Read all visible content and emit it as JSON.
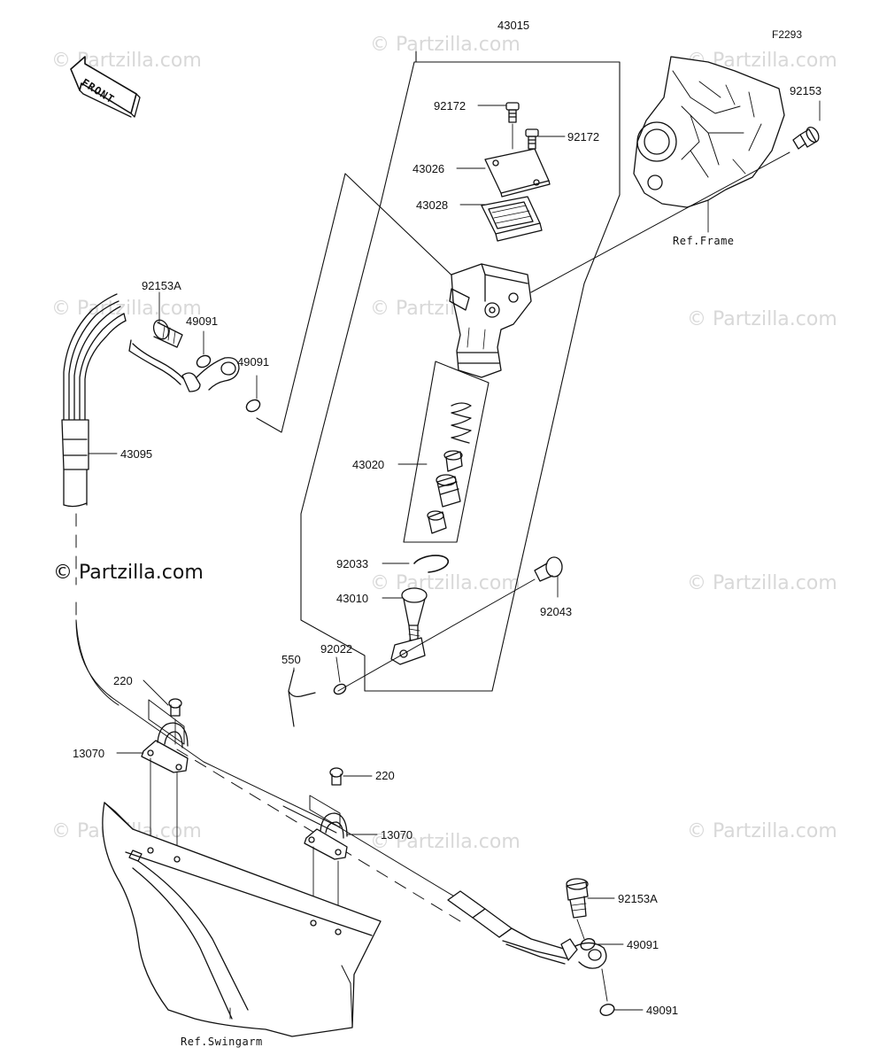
{
  "diagram_code": "F2293",
  "front_label": "FRONT",
  "watermark_faint": "© Partzilla.com",
  "watermark_main": "© Partzilla.com",
  "refs": {
    "frame": "Ref.Frame",
    "swingarm": "Ref.Swingarm"
  },
  "parts": [
    {
      "id": "p43015",
      "number": "43015"
    },
    {
      "id": "p92172a",
      "number": "92172"
    },
    {
      "id": "p92172b",
      "number": "92172"
    },
    {
      "id": "p43026",
      "number": "43026"
    },
    {
      "id": "p43028",
      "number": "43028"
    },
    {
      "id": "p92153",
      "number": "92153"
    },
    {
      "id": "p92153a_top",
      "number": "92153A"
    },
    {
      "id": "p49091_a",
      "number": "49091"
    },
    {
      "id": "p49091_b",
      "number": "49091"
    },
    {
      "id": "p43095",
      "number": "43095"
    },
    {
      "id": "p43020",
      "number": "43020"
    },
    {
      "id": "p92033",
      "number": "92033"
    },
    {
      "id": "p43010",
      "number": "43010"
    },
    {
      "id": "p92043",
      "number": "92043"
    },
    {
      "id": "p550",
      "number": "550"
    },
    {
      "id": "p92022",
      "number": "92022"
    },
    {
      "id": "p220_a",
      "number": "220"
    },
    {
      "id": "p13070_a",
      "number": "13070"
    },
    {
      "id": "p220_b",
      "number": "220"
    },
    {
      "id": "p13070_b",
      "number": "13070"
    },
    {
      "id": "p92153a_bot",
      "number": "92153A"
    },
    {
      "id": "p49091_c",
      "number": "49091"
    },
    {
      "id": "p49091_d",
      "number": "49091"
    }
  ]
}
